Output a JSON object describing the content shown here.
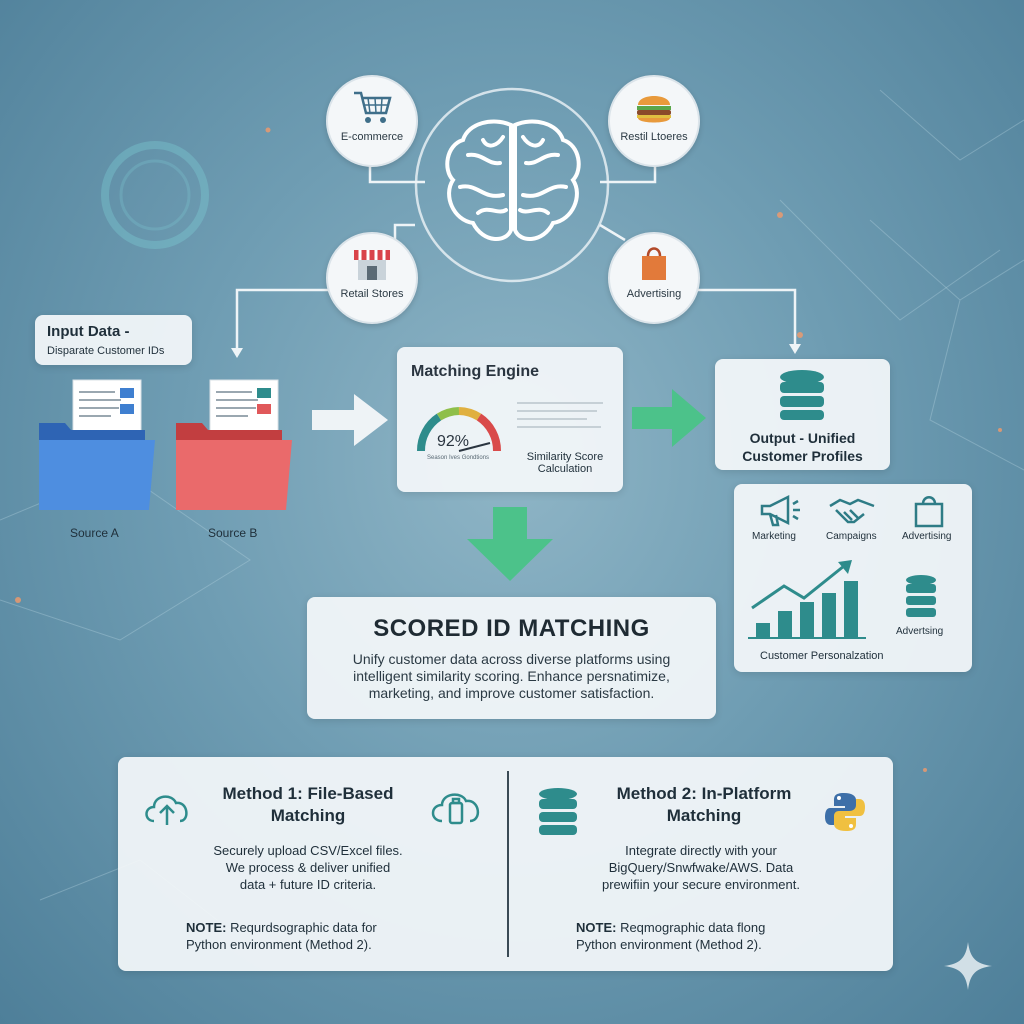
{
  "hub": {
    "ecommerce": "E-commerce",
    "restaurants": "Restil Ltoeres",
    "retail_stores": "Retail Stores",
    "advertising": "Advertising"
  },
  "input": {
    "title": "Input Data -",
    "subtitle": "Disparate Customer IDs",
    "source_a": "Source A",
    "source_b": "Source B"
  },
  "engine": {
    "title": "Matching Engine",
    "gauge_value": "92%",
    "gauge_fraction": 0.92,
    "gauge_caption": "Season Ives Gondtions",
    "label": "Similarity Score\nCalculation"
  },
  "output": {
    "title": "Output - Unified\nCustomer Profiles",
    "items": [
      "Marketing",
      "Campaigns",
      "Advertising"
    ],
    "chart_caption": "Customer Personalzation",
    "db_caption": "Advertsing",
    "bar_levels": [
      0.25,
      0.45,
      0.6,
      0.75,
      0.95
    ]
  },
  "scored": {
    "title": "SCORED ID MATCHING",
    "body": "Unify customer data across diverse platforms using\nintelligent similarity scoring. Enhance persnatimize,\nmarketing, and improve customer satisfaction."
  },
  "methods": [
    {
      "title": "Method 1: File-Based\nMatching",
      "body": "Securely upload CSV/Excel files.\nWe process & deliver unified\ndata + future ID criteria.",
      "note_label": "NOTE:",
      "note_text": " Requrdsographic data for\nPython environment (Method 2)."
    },
    {
      "title": "Method 2: In-Platform\nMatching",
      "body": "Integrate directly with your\nBigQuery/Snwfwake/AWS. Data\nprewifiin  your secure environment.",
      "note_label": "NOTE:",
      "note_text": " Reqmographic data flong\nPython environment (Method 2)."
    }
  ],
  "colors": {
    "accent_teal": "#2e8c8c",
    "arrow_green": "#4cc28a",
    "folder_blue": "#3f7fd0",
    "folder_red": "#e0585a"
  }
}
